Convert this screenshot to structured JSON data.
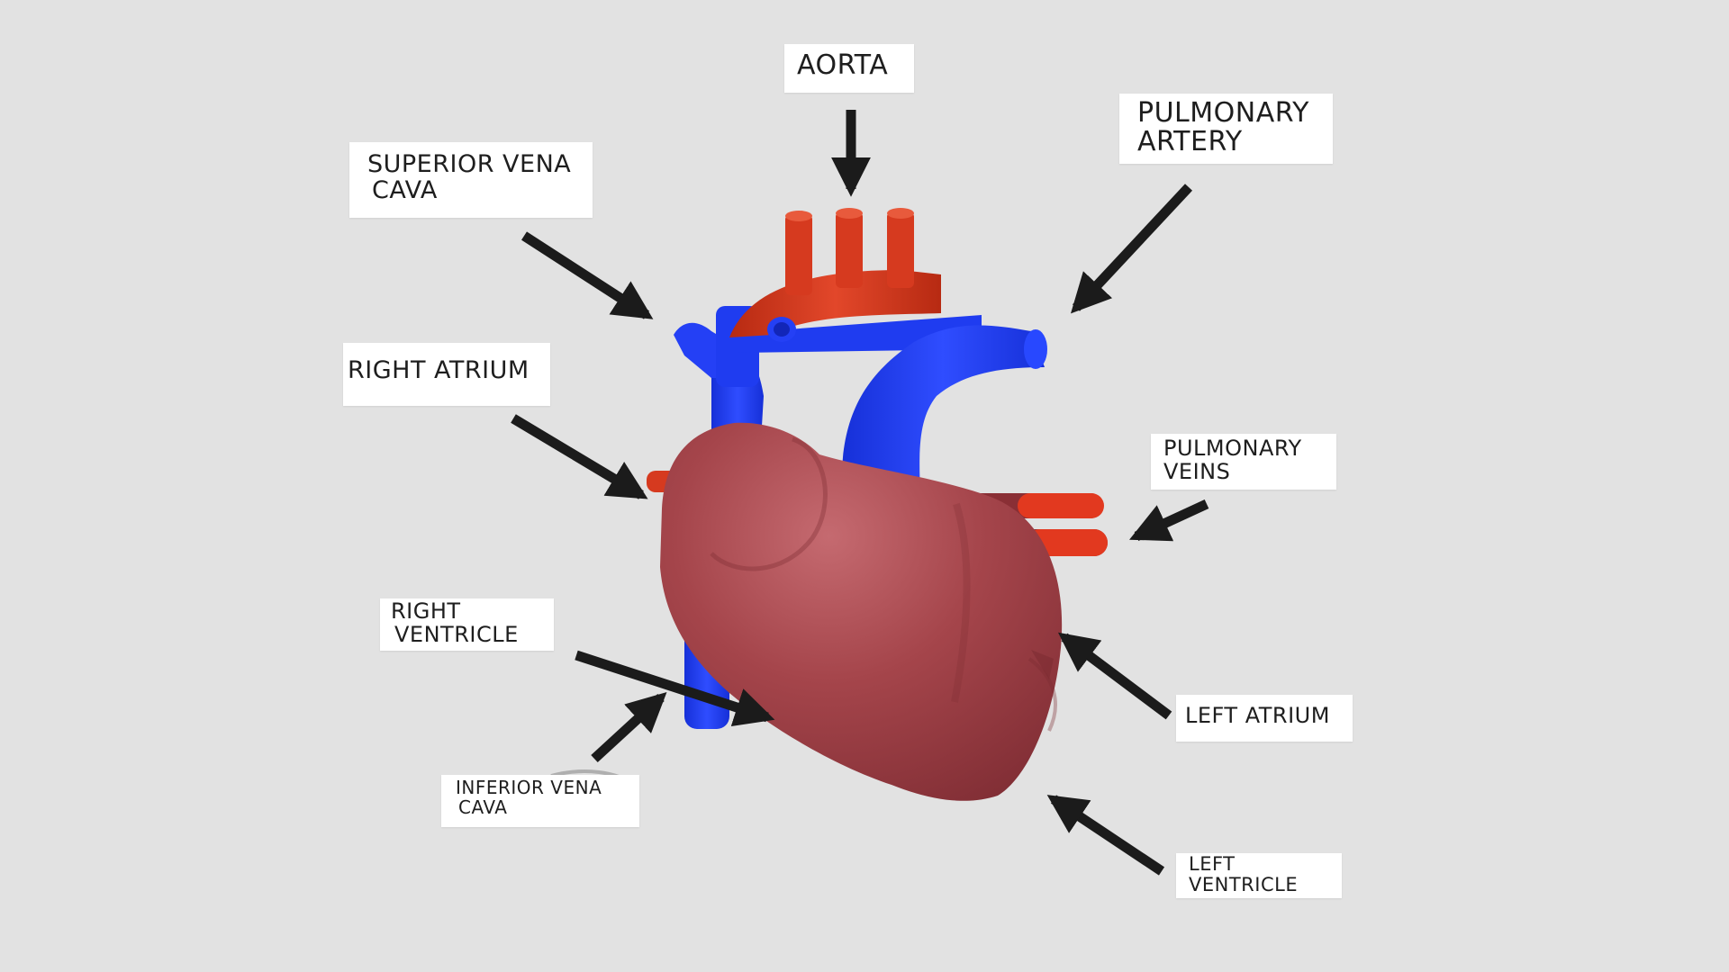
{
  "diagram": {
    "labels": {
      "aorta": [
        "AORTA"
      ],
      "pulmonary_artery": [
        "PULMONARY",
        "ARTERY"
      ],
      "superior_vena_cava": [
        "SUPERIOR VENA",
        "CAVA"
      ],
      "right_atrium": [
        "RIGHT ATRIUM"
      ],
      "pulmonary_veins": [
        "PULMONARY",
        "VEINS"
      ],
      "right_ventricle": [
        "RIGHT",
        "VENTRICLE"
      ],
      "left_atrium": [
        "LEFT ATRIUM"
      ],
      "inferior_vena_cava": [
        "INFERIOR VENA",
        "CAVA"
      ],
      "left_ventricle": [
        "LEFT",
        "VENTRICLE"
      ]
    }
  },
  "colors": {
    "background": "#e2e2e2",
    "heart_muscle": "#a9474c",
    "arteries": "#d63a1f",
    "veins": "#1f3cf0",
    "arrows": "#1b1b1b",
    "label_box": "#ffffff"
  }
}
